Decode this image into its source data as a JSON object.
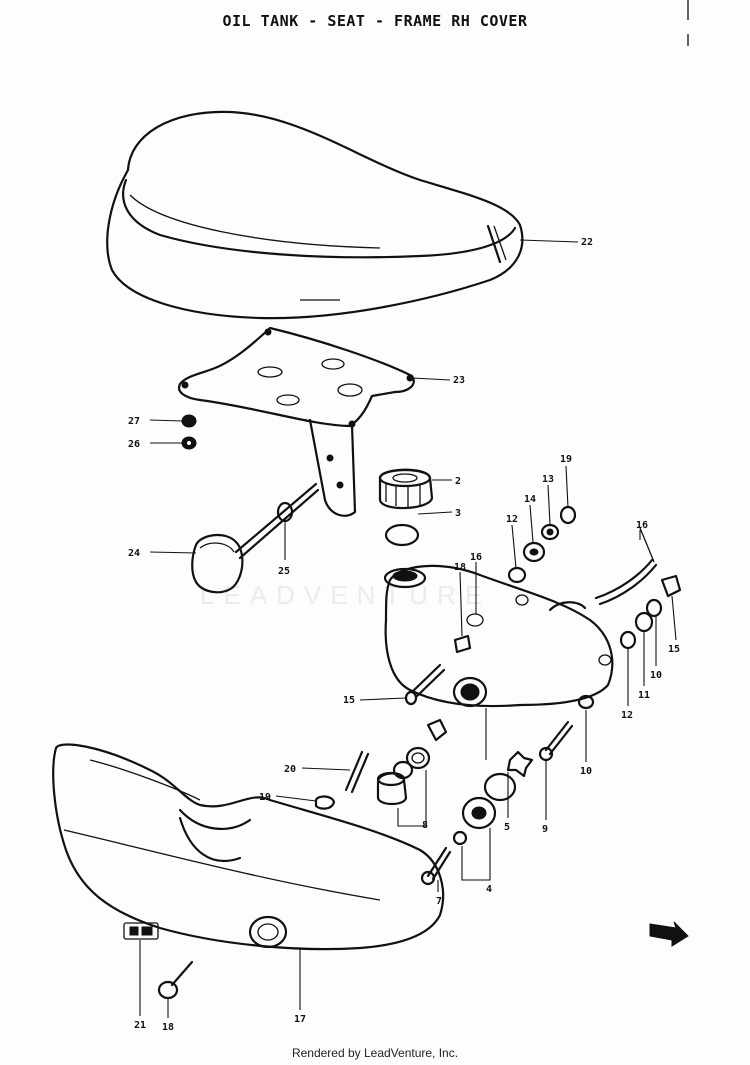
{
  "title": "OIL TANK - SEAT - FRAME RH COVER",
  "footer": "Rendered by LeadVenture, Inc.",
  "watermark": "LEADVENTURE",
  "callouts": [
    {
      "id": "c22",
      "text": "22"
    },
    {
      "id": "c23",
      "text": "23"
    },
    {
      "id": "c27",
      "text": "27"
    },
    {
      "id": "c26",
      "text": "26"
    },
    {
      "id": "c2",
      "text": "2"
    },
    {
      "id": "c3",
      "text": "3"
    },
    {
      "id": "c24",
      "text": "24"
    },
    {
      "id": "c25",
      "text": "25"
    },
    {
      "id": "c12a",
      "text": "12"
    },
    {
      "id": "c14",
      "text": "14"
    },
    {
      "id": "c13",
      "text": "13"
    },
    {
      "id": "c19a",
      "text": "19"
    },
    {
      "id": "c16a",
      "text": "16"
    },
    {
      "id": "c16b",
      "text": "16"
    },
    {
      "id": "c18",
      "text": "18"
    },
    {
      "id": "c15a",
      "text": "15"
    },
    {
      "id": "c15b",
      "text": "15"
    },
    {
      "id": "c10a",
      "text": "10"
    },
    {
      "id": "c11",
      "text": "11"
    },
    {
      "id": "c12b",
      "text": "12"
    },
    {
      "id": "c10b",
      "text": "10"
    },
    {
      "id": "c20",
      "text": "20"
    },
    {
      "id": "c19b",
      "text": "19"
    },
    {
      "id": "c8",
      "text": "8"
    },
    {
      "id": "c5",
      "text": "5"
    },
    {
      "id": "c9",
      "text": "9"
    },
    {
      "id": "c7",
      "text": "7"
    },
    {
      "id": "c4",
      "text": "4"
    },
    {
      "id": "c21",
      "text": "21"
    },
    {
      "id": "c18b",
      "text": "18"
    },
    {
      "id": "c17",
      "text": "17"
    }
  ]
}
